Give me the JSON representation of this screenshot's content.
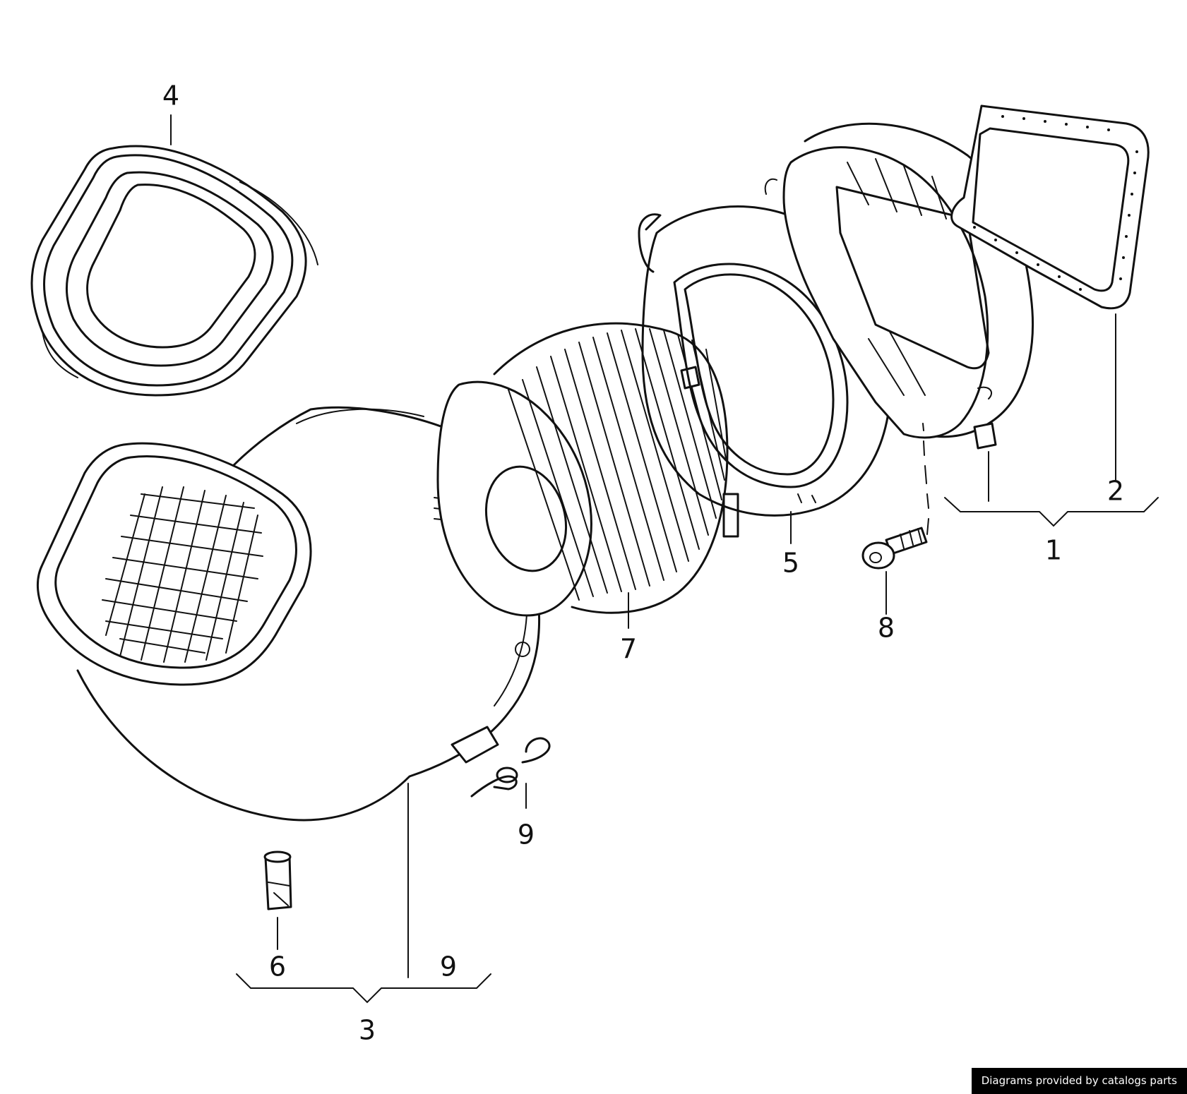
{
  "callouts": {
    "c1": "1",
    "c2": "2",
    "c3": "3",
    "c4": "4",
    "c5": "5",
    "c6": "6",
    "c7": "7",
    "c8": "8",
    "c9a": "9",
    "c9b": "9"
  },
  "credit": "Diagrams provided by catalogs parts",
  "colors": {
    "line": "#111111",
    "background": "#ffffff",
    "badge": "#000000"
  }
}
